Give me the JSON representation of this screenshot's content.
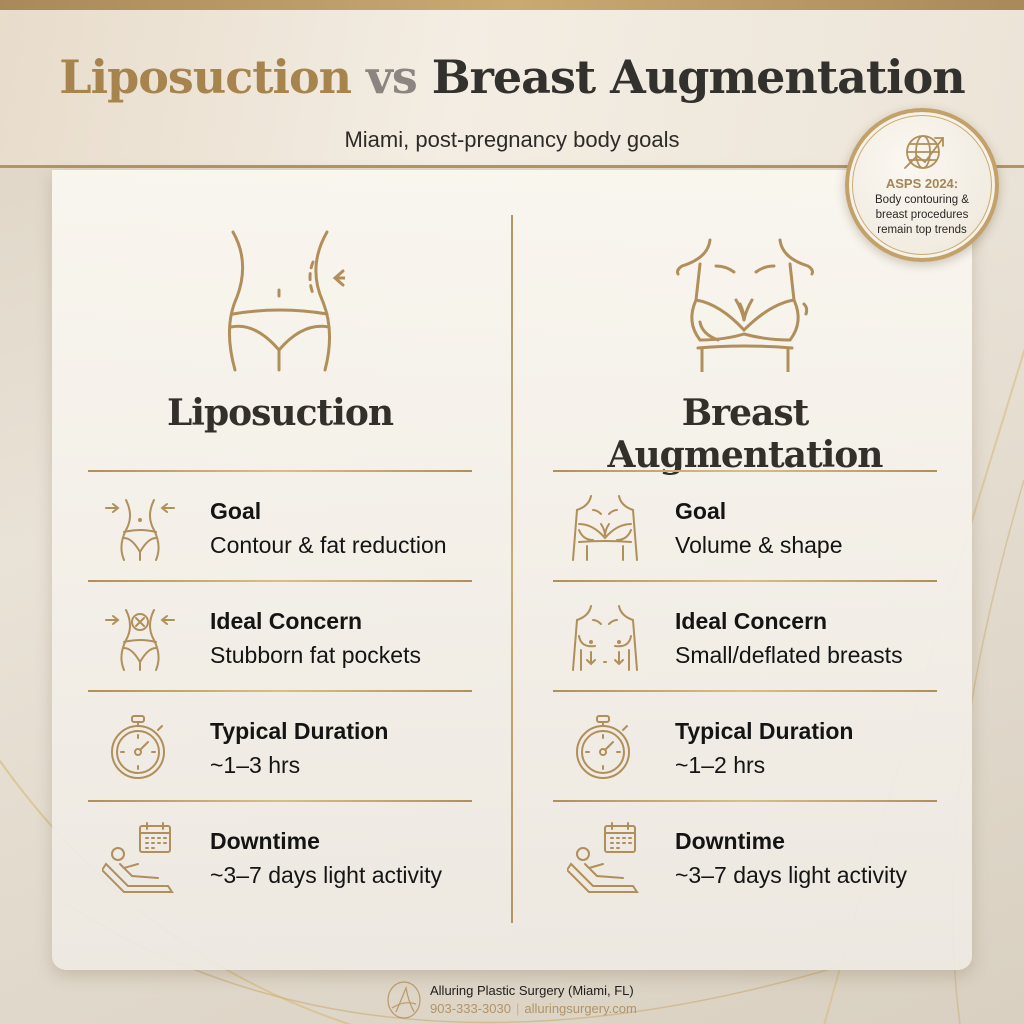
{
  "header": {
    "title_part_a": "Liposuction",
    "title_vs": "vs",
    "title_part_b": "Breast Augmentation",
    "subtitle": "Miami, post-pregnancy body goals"
  },
  "badge": {
    "icon": "globe-trend-icon",
    "title": "ASPS 2024:",
    "lines": [
      "Body contouring &",
      "breast procedures",
      "remain top trends"
    ]
  },
  "columns": [
    {
      "heading": "Liposuction",
      "hero_icon": "waist-contour-icon",
      "rows": [
        {
          "icon": "waist-arrows-icon",
          "label": "Goal",
          "value": "Contour & fat reduction"
        },
        {
          "icon": "waist-x-icon",
          "label": "Ideal Concern",
          "value": "Stubborn fat pockets"
        },
        {
          "icon": "stopwatch-icon",
          "label": "Typical Duration",
          "value": "~1–3 hrs"
        },
        {
          "icon": "recliner-calendar-icon",
          "label": "Downtime",
          "value": "~3–7 days light activity"
        }
      ]
    },
    {
      "heading": "Breast Augmentation",
      "hero_icon": "bust-bra-icon",
      "rows": [
        {
          "icon": "bust-bra-icon",
          "label": "Goal",
          "value": "Volume & shape"
        },
        {
          "icon": "bust-deflated-icon",
          "label": "Ideal Concern",
          "value": "Small/deflated breasts"
        },
        {
          "icon": "stopwatch-icon",
          "label": "Typical Duration",
          "value": "~1–2 hrs"
        },
        {
          "icon": "recliner-calendar-icon",
          "label": "Downtime",
          "value": "~3–7 days light activity"
        }
      ]
    }
  ],
  "footer": {
    "logo": "monogram-a-logo",
    "practice_name": "Alluring Plastic Surgery (Miami, FL)",
    "phone": "903-333-3030",
    "separator": "|",
    "website": "alluringsurgery.com"
  },
  "colors": {
    "gold": "#b08f5a",
    "gold_light": "#d9bf86",
    "text_dark": "#141414",
    "background": "#e9e2d6"
  }
}
